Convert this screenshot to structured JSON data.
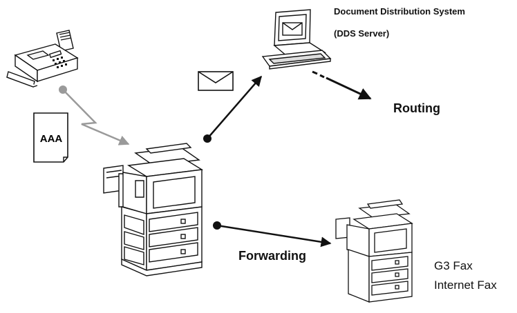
{
  "labels": {
    "dds_title": "Document Distribution System",
    "dds_subtitle": "(DDS Server)",
    "routing": "Routing",
    "forwarding": "Forwarding",
    "g3_fax": "G3 Fax",
    "internet_fax": "Internet Fax"
  },
  "document": {
    "text": "AAA"
  },
  "colors": {
    "line": "#111111",
    "fax_link": "#9a9a9a",
    "background": "#ffffff"
  },
  "icons": [
    "fax-machine-icon",
    "document-icon",
    "envelope-icon",
    "computer-icon",
    "multifunction-printer-icon"
  ]
}
